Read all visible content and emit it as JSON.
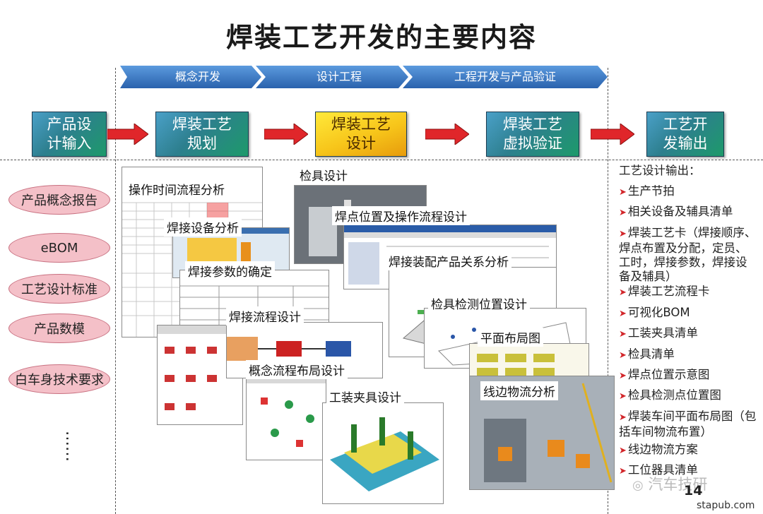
{
  "title": "焊装工艺开发的主要内容",
  "phases": [
    "概念开发",
    "设计工程",
    "工程开发与产品验证"
  ],
  "stages": [
    {
      "line1": "产品设",
      "line2": "计输入"
    },
    {
      "line1": "焊装工艺",
      "line2": "规划"
    },
    {
      "line1": "焊装工艺",
      "line2": "设计"
    },
    {
      "line1": "焊装工艺",
      "line2": "虚拟验证"
    },
    {
      "line1": "工艺开",
      "line2": "发输出"
    }
  ],
  "inputs": [
    "产品概念报告",
    "eBOM",
    "工艺设计标准",
    "产品数模",
    "白车身技术要求"
  ],
  "ellipsis": "……",
  "activities": [
    "操作时间流程分析",
    "焊接设备分析",
    "焊接参数的确定",
    "焊接流程设计",
    "概念流程布局设计",
    "工装夹具设计",
    "检具设计",
    "焊点位置及操作流程设计",
    "焊接装配产品关系分析",
    "检具检测位置设计",
    "平面布局图",
    "线边物流分析"
  ],
  "outputs": {
    "heading": "工艺设计输出：",
    "items": [
      "生产节拍",
      "相关设备及辅具清单",
      "焊装工艺卡（焊接顺序、焊点布置及分配，定员、工时，焊接参数，焊接设备及辅具）",
      "焊装工艺流程卡",
      "可视化BOM",
      "工装夹具清单",
      "检具清单",
      "焊点位置示意图",
      "检具检测点位置图",
      "焊装车间平面布局图（包括车间物流布置）",
      "线边物流方案",
      "工位器具清单"
    ]
  },
  "page_number": "14",
  "watermark": "汽车技研",
  "site": "stapub.com",
  "colors": {
    "arrow": "#e0262a",
    "phase_bar": "#3a78c0",
    "oval_fill": "#f4c0c8",
    "stage_blue": "#2d7f8e",
    "stage_yellow": "#f7c51a",
    "bullet": "#d2262a"
  }
}
